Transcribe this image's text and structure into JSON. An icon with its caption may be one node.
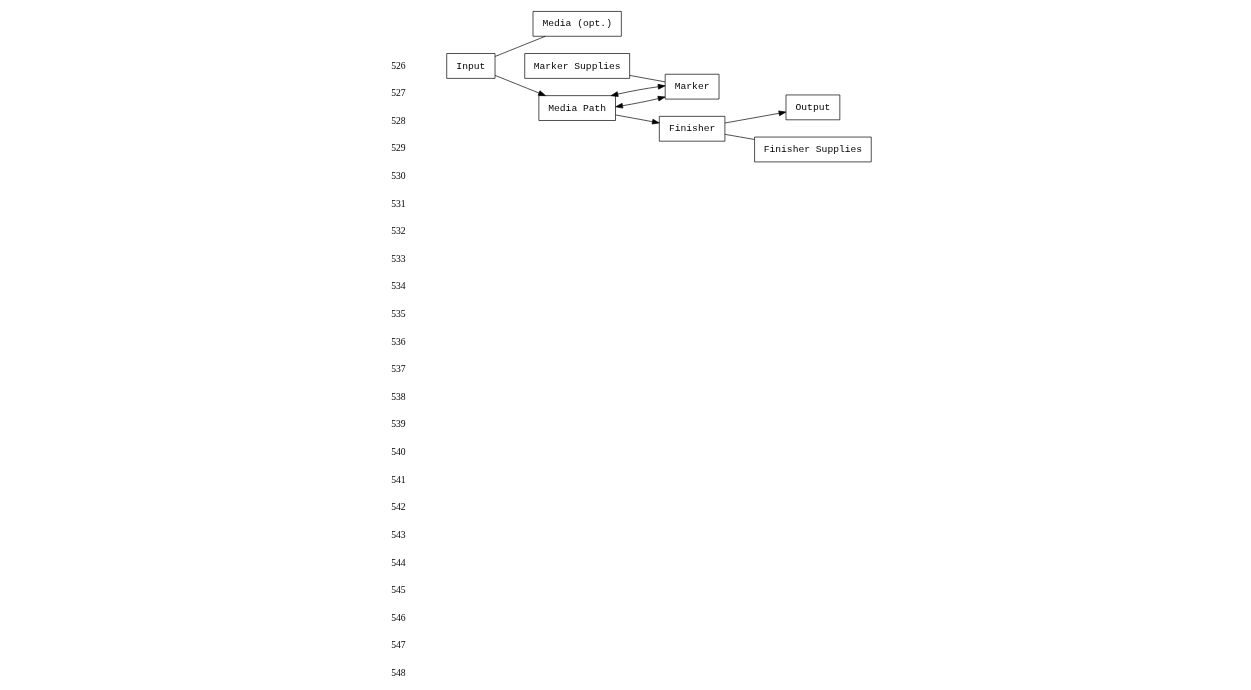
{
  "diagram": {
    "nodes": [
      {
        "text": [
          "Marker Supplies"
        ]
      },
      {
        "text": [
          "Input"
        ]
      },
      {
        "text": [
          "Marker"
        ]
      },
      {
        "text": [
          "Finisher"
        ]
      },
      {
        "text": [
          "Output"
        ]
      },
      {
        "text": [
          "Media (opt.)"
        ]
      },
      {
        "text": [
          "Media Path"
        ]
      },
      {
        "text": [
          "Finisher Supplies"
        ]
      }
    ],
    "edges": [
      {
        "from": 1,
        "to": 6,
        "arrow": "to"
      },
      {
        "from": 6,
        "to": 2,
        "arrow": "both"
      },
      {
        "from": 2,
        "to": 6,
        "arrow": "both"
      },
      {
        "from": 6,
        "to": 3,
        "arrow": "to"
      },
      {
        "from": 3,
        "to": 4,
        "arrow": "to"
      },
      {
        "from": 1,
        "to": 5,
        "arrow": "none"
      },
      {
        "from": 0,
        "to": 2,
        "arrow": "none"
      },
      {
        "from": 3,
        "to": 7,
        "arrow": "none"
      }
    ],
    "labels": [
      "526",
      "527",
      "528",
      "529",
      "530",
      "531",
      "532",
      "533",
      "534",
      "535",
      "536",
      "537",
      "538",
      "539",
      "540",
      "541",
      "542",
      "543",
      "544",
      "545",
      "546",
      "547",
      "548"
    ]
  }
}
